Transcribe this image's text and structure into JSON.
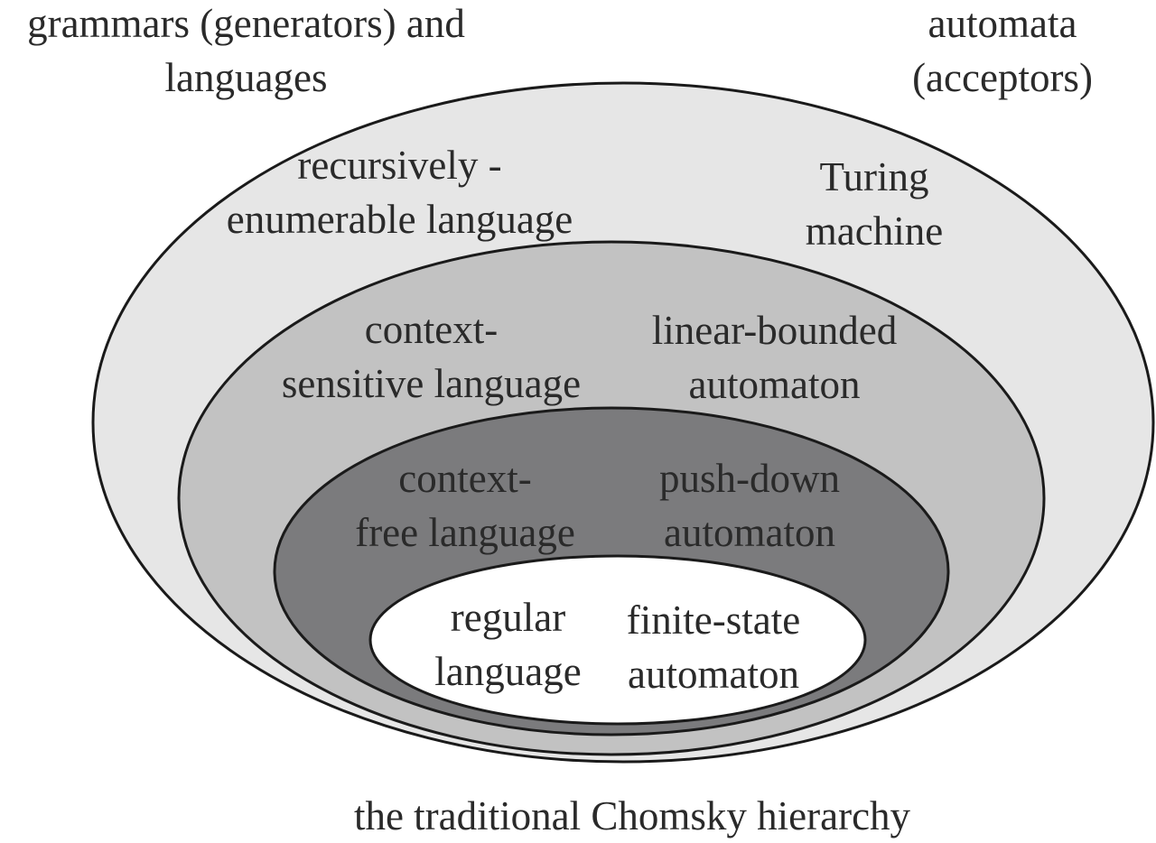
{
  "header": {
    "left_lines": [
      "grammars (generators) and",
      "languages"
    ],
    "right_lines": [
      "automata",
      "(acceptors)"
    ]
  },
  "levels": [
    {
      "language_lines": [
        "recursively -",
        "enumerable language"
      ],
      "automaton_lines": [
        "Turing",
        "machine"
      ],
      "fill": "#e6e6e6"
    },
    {
      "language_lines": [
        "context-",
        "sensitive language"
      ],
      "automaton_lines": [
        "linear-bounded",
        "automaton"
      ],
      "fill": "#c2c2c2"
    },
    {
      "language_lines": [
        "context-",
        "free language"
      ],
      "automaton_lines": [
        "push-down",
        "automaton"
      ],
      "fill": "#7b7b7d"
    },
    {
      "language_lines": [
        "regular",
        "language"
      ],
      "automaton_lines": [
        "finite-state",
        "automaton"
      ],
      "fill": "#ffffff"
    }
  ],
  "caption": "the traditional Chomsky hierarchy"
}
